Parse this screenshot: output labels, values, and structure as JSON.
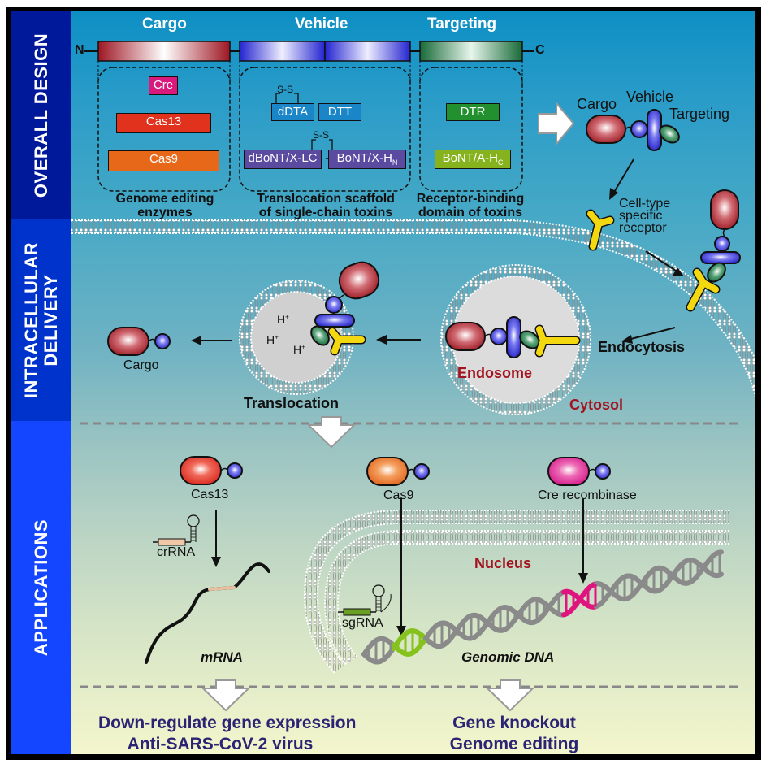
{
  "sidebar": {
    "sections": [
      {
        "label": "OVERALL DESIGN",
        "color": "#00199a"
      },
      {
        "label": "INTRACELLULAR\nDELIVERY",
        "line1": "INTRACELLULAR",
        "line2": "DELIVERY",
        "color": "#0032cc"
      },
      {
        "label": "APPLICATIONS",
        "color": "#1446ff"
      }
    ]
  },
  "design": {
    "n_terminus": "N",
    "c_terminus": "C",
    "modules": [
      {
        "title": "Cargo",
        "color": "#9e1623",
        "caption_line1": "Genome editing",
        "caption_line2": "enzymes",
        "items": [
          {
            "label": "Cre",
            "color": "#d9197c"
          },
          {
            "label": "Cas13",
            "color": "#e0321c"
          },
          {
            "label": "Cas9",
            "color": "#e8681a"
          }
        ]
      },
      {
        "title": "Vehicle",
        "color": "#2a2ad8",
        "caption_line1": "Translocation scaffold",
        "caption_line2": "of single-chain toxins",
        "items": [
          {
            "label": "dDTA",
            "color": "#1a86c8"
          },
          {
            "label": "DTT",
            "color": "#1a86c8"
          },
          {
            "label": "dBoNT/X-LC",
            "color": "#5a4aa0"
          },
          {
            "label": "BoNT/X-H",
            "sub": "N",
            "color": "#5a4aa0"
          }
        ],
        "disulfide_label": "S-S"
      },
      {
        "title": "Targeting",
        "color": "#1a6e3a",
        "caption_line1": "Receptor-binding",
        "caption_line2": "domain of toxins",
        "items": [
          {
            "label": "DTR",
            "color": "#22902e"
          },
          {
            "label": "BoNT/A-H",
            "sub": "C",
            "color": "#86b21e"
          }
        ]
      }
    ],
    "assembled_labels": {
      "cargo": "Cargo",
      "vehicle": "Vehicle",
      "targeting": "Targeting"
    }
  },
  "delivery": {
    "receptor_label_line1": "Cell-type",
    "receptor_label_line2": "specific",
    "receptor_label_line3": "receptor",
    "endocytosis": "Endocytosis",
    "endosome": "Endosome",
    "cytosol": "Cytosol",
    "translocation": "Translocation",
    "released_cargo": "Cargo",
    "proton": "H",
    "proton_sup": "+"
  },
  "applications": {
    "enzymes": [
      {
        "label": "Cas13",
        "color": "#e0321c"
      },
      {
        "label": "Cas9",
        "color": "#e8681a"
      },
      {
        "label": "Cre recombinase",
        "color": "#d9197c"
      }
    ],
    "crRNA": "crRNA",
    "sgRNA": "sgRNA",
    "nucleus": "Nucleus",
    "mrna": "mRNA",
    "genomic_dna": "Genomic DNA",
    "outcomes": [
      {
        "line1": "Down-regulate gene expression",
        "line2": "Anti-SARS-CoV-2 virus"
      },
      {
        "line1": "Gene knockout",
        "line2": "Genome editing"
      }
    ]
  }
}
